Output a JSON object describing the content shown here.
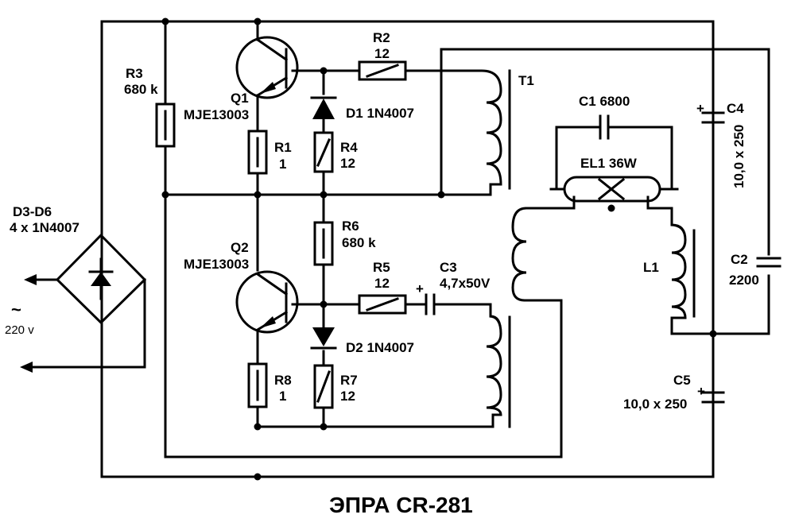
{
  "title": "ЭПРА  CR-281",
  "labels": {
    "d3d6": "D3-D6",
    "d3d6_val": "4 x 1N4007",
    "ac_symbol": "~",
    "ac_voltage": "220 v",
    "r3": "R3",
    "r3_val": "680 k",
    "q1": "Q1",
    "q1_val": "MJE13003",
    "r1": "R1",
    "r1_val": "1",
    "r2": "R2",
    "r2_val": "12",
    "d1": "D1  1N4007",
    "r4": "R4",
    "r4_val": "12",
    "t1": "T1",
    "c1": "C1  6800",
    "el1": "EL1  36W",
    "c4": "C4",
    "c4_val": "10,0 x 250",
    "plus": "+",
    "r6": "R6",
    "r6_val": "680 k",
    "q2": "Q2",
    "q2_val": "MJE13003",
    "r5": "R5",
    "r5_val": "12",
    "c3": "C3",
    "c3_val": "4,7x50V",
    "l1": "L1",
    "c2": "C2",
    "c2_val": "2200",
    "d2": "D2  1N4007",
    "r8": "R8",
    "r8_val": "1",
    "r7": "R7",
    "r7_val": "12",
    "c5": "C5",
    "c5_val": "10,0 x 250"
  }
}
